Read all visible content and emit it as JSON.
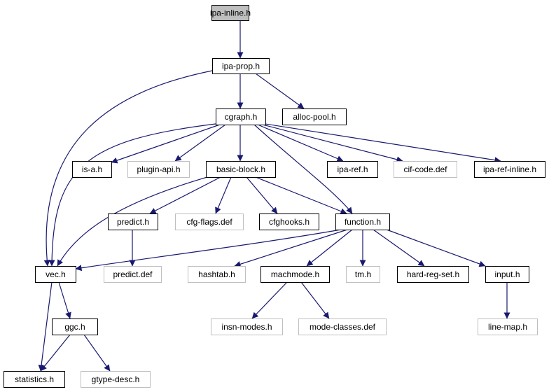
{
  "graph": {
    "colors": {
      "edge": "#191970",
      "node_border": "#000000",
      "node_border_missing": "#bfbfbf",
      "node_fill": "#ffffff",
      "node_fill_root": "#bfbfbf",
      "text": "#000000"
    },
    "nodes": [
      {
        "id": "ipa-inline",
        "label": "ipa-inline.h",
        "style": "root"
      },
      {
        "id": "ipa-prop",
        "label": "ipa-prop.h",
        "style": "normal"
      },
      {
        "id": "cgraph",
        "label": "cgraph.h",
        "style": "normal"
      },
      {
        "id": "alloc-pool",
        "label": "alloc-pool.h",
        "style": "normal"
      },
      {
        "id": "is-a",
        "label": "is-a.h",
        "style": "normal"
      },
      {
        "id": "plugin-api",
        "label": "plugin-api.h",
        "style": "missing"
      },
      {
        "id": "basic-block",
        "label": "basic-block.h",
        "style": "normal"
      },
      {
        "id": "ipa-ref",
        "label": "ipa-ref.h",
        "style": "normal"
      },
      {
        "id": "cif-code",
        "label": "cif-code.def",
        "style": "missing"
      },
      {
        "id": "ipa-ref-inline",
        "label": "ipa-ref-inline.h",
        "style": "normal"
      },
      {
        "id": "predict",
        "label": "predict.h",
        "style": "normal"
      },
      {
        "id": "cfg-flags",
        "label": "cfg-flags.def",
        "style": "missing"
      },
      {
        "id": "cfghooks",
        "label": "cfghooks.h",
        "style": "normal"
      },
      {
        "id": "function",
        "label": "function.h",
        "style": "normal"
      },
      {
        "id": "vec",
        "label": "vec.h",
        "style": "normal"
      },
      {
        "id": "predict-def",
        "label": "predict.def",
        "style": "missing"
      },
      {
        "id": "hashtab",
        "label": "hashtab.h",
        "style": "missing"
      },
      {
        "id": "machmode",
        "label": "machmode.h",
        "style": "normal"
      },
      {
        "id": "tm",
        "label": "tm.h",
        "style": "missing"
      },
      {
        "id": "hard-reg-set",
        "label": "hard-reg-set.h",
        "style": "normal"
      },
      {
        "id": "input",
        "label": "input.h",
        "style": "normal"
      },
      {
        "id": "ggc",
        "label": "ggc.h",
        "style": "normal"
      },
      {
        "id": "insn-modes",
        "label": "insn-modes.h",
        "style": "missing"
      },
      {
        "id": "mode-classes",
        "label": "mode-classes.def",
        "style": "missing"
      },
      {
        "id": "line-map",
        "label": "line-map.h",
        "style": "missing"
      },
      {
        "id": "statistics",
        "label": "statistics.h",
        "style": "normal"
      },
      {
        "id": "gtype-desc",
        "label": "gtype-desc.h",
        "style": "missing"
      }
    ],
    "edges": [
      {
        "from": "ipa-inline",
        "to": "ipa-prop"
      },
      {
        "from": "ipa-prop",
        "to": "cgraph"
      },
      {
        "from": "ipa-prop",
        "to": "alloc-pool"
      },
      {
        "from": "ipa-prop",
        "to": "vec"
      },
      {
        "from": "cgraph",
        "to": "is-a"
      },
      {
        "from": "cgraph",
        "to": "plugin-api"
      },
      {
        "from": "cgraph",
        "to": "basic-block"
      },
      {
        "from": "cgraph",
        "to": "ipa-ref"
      },
      {
        "from": "cgraph",
        "to": "cif-code"
      },
      {
        "from": "cgraph",
        "to": "ipa-ref-inline"
      },
      {
        "from": "cgraph",
        "to": "function"
      },
      {
        "from": "cgraph",
        "to": "vec"
      },
      {
        "from": "basic-block",
        "to": "predict"
      },
      {
        "from": "basic-block",
        "to": "cfg-flags"
      },
      {
        "from": "basic-block",
        "to": "cfghooks"
      },
      {
        "from": "basic-block",
        "to": "function"
      },
      {
        "from": "basic-block",
        "to": "vec"
      },
      {
        "from": "predict",
        "to": "predict-def"
      },
      {
        "from": "function",
        "to": "vec"
      },
      {
        "from": "function",
        "to": "hashtab"
      },
      {
        "from": "function",
        "to": "machmode"
      },
      {
        "from": "function",
        "to": "tm"
      },
      {
        "from": "function",
        "to": "hard-reg-set"
      },
      {
        "from": "function",
        "to": "input"
      },
      {
        "from": "vec",
        "to": "ggc"
      },
      {
        "from": "vec",
        "to": "statistics"
      },
      {
        "from": "ggc",
        "to": "statistics"
      },
      {
        "from": "ggc",
        "to": "gtype-desc"
      },
      {
        "from": "machmode",
        "to": "insn-modes"
      },
      {
        "from": "machmode",
        "to": "mode-classes"
      },
      {
        "from": "input",
        "to": "line-map"
      }
    ]
  }
}
